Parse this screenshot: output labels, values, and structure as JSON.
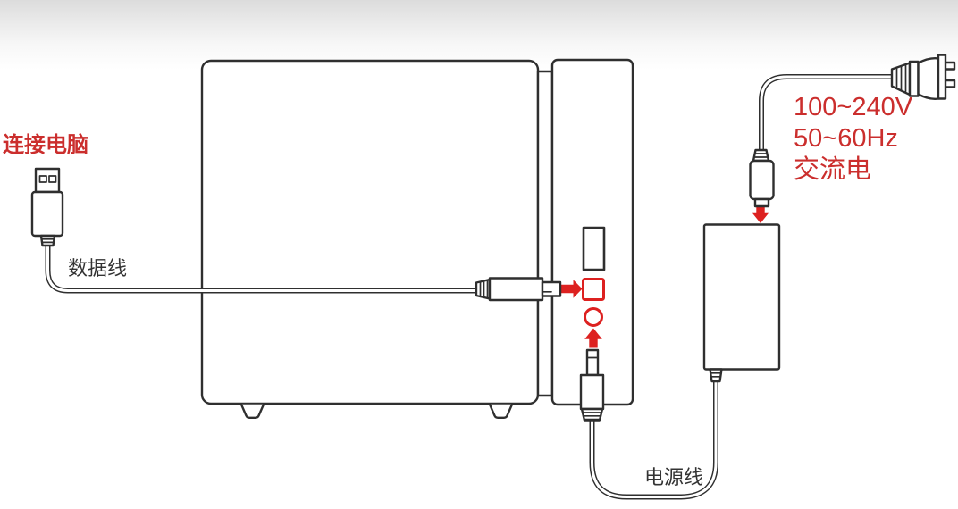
{
  "labels": {
    "connect_computer": "连接电脑",
    "data_cable": "数据线",
    "power_cable": "电源线",
    "power_spec": {
      "line1": "100~240V",
      "line2": "50~60Hz",
      "line3": "交流电"
    }
  },
  "colors": {
    "accent_red": "#dd2120",
    "text_red": "#cb2e2d",
    "outline": "#2f2f2f",
    "label_text": "#333333",
    "background_top": "#dcdcdc",
    "background": "#ffffff"
  }
}
